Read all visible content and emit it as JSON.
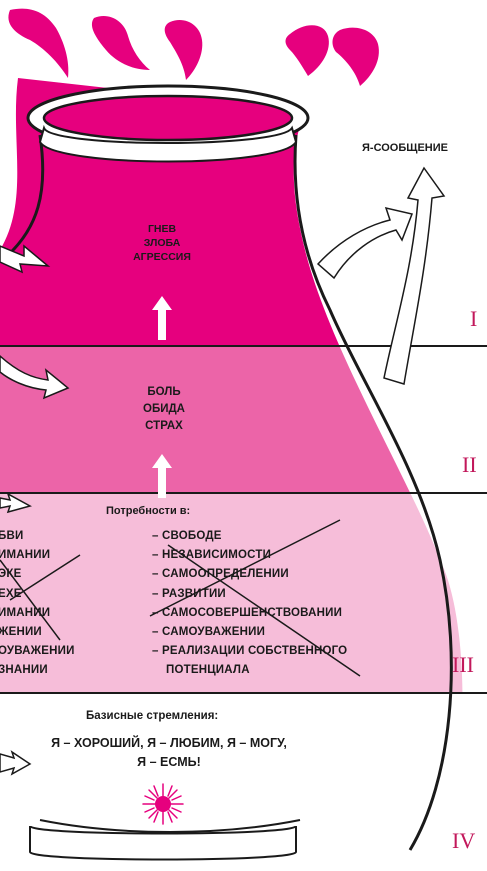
{
  "levels": {
    "top": {
      "lines": [
        "ГНЕВ",
        "ЗЛОБА",
        "АГРЕССИЯ"
      ],
      "numeral": "I"
    },
    "second": {
      "lines": [
        "БОЛЬ",
        "ОБИДА",
        "СТРАХ"
      ],
      "numeral": "II"
    },
    "third": {
      "heading": "Потребности в:",
      "right_items": [
        "– СВОБОДЕ",
        "– НЕЗАВИСИМОСТИ",
        "– САМООПРЕДЕЛЕНИИ",
        "– РАЗВИТИИ",
        "– САМОСОВЕРШЕНСТВОВАНИИ",
        "– САМОУВАЖЕНИИ",
        "– РЕАЛИЗАЦИИ СОБСТВЕННОГО",
        "ПОТЕНЦИАЛА"
      ],
      "left_items": [
        "БВИ",
        "ИМАНИИ",
        "ЭКЕ",
        "ЕХЕ",
        "ИМАНИИ",
        "ЖЕНИИ",
        "ОУВАЖЕНИИ",
        "ЗНАНИИ"
      ],
      "numeral": "III"
    },
    "base": {
      "heading": "Базисные стремления:",
      "line1": "Я – ХОРОШИЙ, Я – ЛЮБИМ, Я – МОГУ,",
      "line2": "Я – ЕСМЬ!",
      "numeral": "IV"
    }
  },
  "i_message": "Я-СООБЩЕНИЕ",
  "colors": {
    "level1": "#e6007e",
    "level2": "#ec64a8",
    "level3": "#f6bdd9",
    "base": "#ffffff",
    "sun": "#e6007e",
    "outline": "#1a1a1a",
    "numeral": "#c2185b"
  }
}
